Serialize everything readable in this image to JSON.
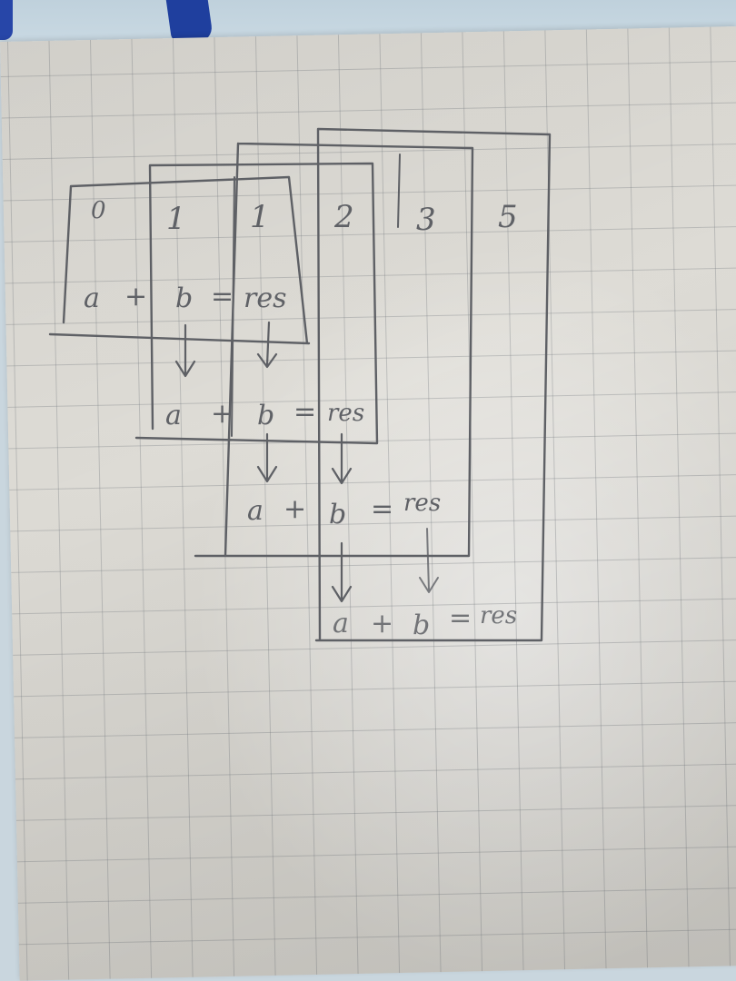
{
  "sheet": {
    "fibonacci_values": [
      "0",
      "1",
      "1",
      "2",
      "3",
      "5"
    ],
    "steps": [
      {
        "a": "a",
        "plus": "+",
        "b": "b",
        "eq": "=",
        "res": "res"
      },
      {
        "a": "a",
        "plus": "+",
        "b": "b",
        "eq": "=",
        "res": "res"
      },
      {
        "a": "a",
        "plus": "+",
        "b": "b",
        "eq": "=",
        "res": "res"
      },
      {
        "a": "a",
        "plus": "+",
        "b": "b",
        "eq": "=",
        "res": "res"
      }
    ]
  },
  "colors": {
    "pencil": "#5e6065",
    "paper": "#dcdad4",
    "grid": "#8c9196",
    "strap": "#1f3f9e"
  }
}
